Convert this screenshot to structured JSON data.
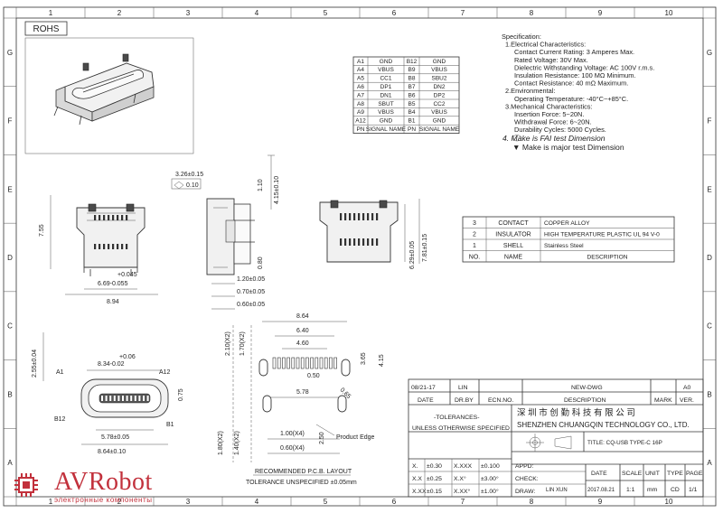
{
  "border": {
    "top_numbers": [
      "1",
      "2",
      "3",
      "4",
      "5",
      "6",
      "7",
      "8",
      "9",
      "10"
    ],
    "bottom_numbers": [
      "1",
      "2",
      "3",
      "4",
      "5",
      "6",
      "7",
      "8",
      "9",
      "10"
    ],
    "side_letters": [
      "G",
      "F",
      "E",
      "D",
      "C",
      "B",
      "A"
    ]
  },
  "rohs": "ROHS",
  "pin_table": {
    "rows": [
      [
        "A1",
        "GND",
        "B12",
        "GND"
      ],
      [
        "A4",
        "VBUS",
        "B9",
        "VBUS"
      ],
      [
        "A5",
        "CC1",
        "B8",
        "SBU2"
      ],
      [
        "A6",
        "DP1",
        "B7",
        "DN2"
      ],
      [
        "A7",
        "DN1",
        "B6",
        "DP2"
      ],
      [
        "A8",
        "SBUT",
        "B5",
        "CC2"
      ],
      [
        "A9",
        "VBUS",
        "B4",
        "VBUS"
      ],
      [
        "A12",
        "GND",
        "B1",
        "GND"
      ],
      [
        "PN",
        "SIGNAL NAME",
        "PN",
        "SIGNAL NAME"
      ]
    ]
  },
  "spec": {
    "lines": [
      "Specification:",
      "1.Electrical Characteristics:",
      "Contact Current Rating: 3 Amperes Max.",
      "Rated Voltage:  30V Max.",
      "Dielectric Withstanding Voltage: AC 100V r.m.s.",
      "Insulation Resistance: 100 MΩ Minimum.",
      "Contact Resistance: 40 mΩ Maximum.",
      "2.Environmental:",
      "Operating Temperature: -40°C~+85°C.",
      "3.Mechanical Characteristics:",
      "Insertion Force: 5~20N.",
      "Withdrawal Force: 6~20N.",
      "Durability Cycles: 5000 Cycles."
    ],
    "note4": "4.  Make is FAI test Dimension",
    "note5": "▼ Make is major test Dimension"
  },
  "material_table": {
    "rows": [
      [
        "3",
        "CONTACT",
        "COPPER ALLOY"
      ],
      [
        "2",
        "INSULATOR",
        "HIGH TEMPERATURE PLASTIC UL 94 V-0"
      ],
      [
        "1",
        "SHELL",
        "Stainless Steel"
      ],
      [
        "NO.",
        "NAME",
        "DESCRIPTION"
      ]
    ]
  },
  "dims": {
    "d326": "3.26±0.15",
    "flat": "0.10",
    "d755": "7.55",
    "d110": "1.10",
    "d415a": "4.15±0.10",
    "d045": "+0.045",
    "d669": "6.69-0.055",
    "d894": "8.94",
    "d080": "0.80",
    "d120": "1.20±0.05",
    "d070": "0.70±0.05",
    "d060a": "0.60±0.05",
    "d629": "6.29±0.05",
    "d781": "7.81±0.15",
    "d255": "2.55±0.04",
    "dp006": "+0.06",
    "d834": "8.34-0.02",
    "a1": "A1",
    "a12": "A12",
    "b12": "B12",
    "b1": "B1",
    "d075": "0.75",
    "d578a": "5.78±0.05",
    "d864a": "8.64±0.10",
    "d864b": "8.64",
    "d640": "6.40",
    "d460": "4.60",
    "d270": "2.10(X2)",
    "d170": "1.70(X2)",
    "d365": "3.65",
    "d415b": "4.15",
    "d050": "0.50",
    "d065": "0.65",
    "d578b": "5.78",
    "d100": "1.00(X4)",
    "d060b": "0.60(X4)",
    "d250": "2.50",
    "d180": "1.80(X2)",
    "d140": "1.40(X2)",
    "edge": "Product Edge",
    "pcb1": "RECOMMENDED  P.C.B. LAYOUT",
    "pcb2": "TOLERANCE  UNSPECIFIED  ±0.05mm"
  },
  "title_block": {
    "rev_date": "08/21-17",
    "lin": "LIN",
    "new_dwg": "NEW-DWG",
    "a0": "A0",
    "date": "DATE",
    "drby": "DR.BY",
    "ecn": "ECN.NO.",
    "description": "DESCRIPTION",
    "mark": "MARK",
    "ver": "VER.",
    "tolerances": "-TOLERANCES-",
    "unless": "UNLESS OTHERWISE SPECIFIED",
    "company_cn": "深 圳 市 创 勤 科 技 有 限 公 司",
    "company_en": "SHENZHEN CHUANGQIN TECHNOLOGY CO., LTD.",
    "title": "TITLE: CQ-USB TYPE-C 16P",
    "tol": [
      [
        "X.",
        "±0.30",
        "X.XXX",
        "±0.100",
        "APPD:"
      ],
      [
        "X.X",
        "±0.25",
        "X.X°",
        "±3.00°",
        "CHECK:"
      ],
      [
        "X.XX",
        "±0.15",
        "X.XX°",
        "±1.00°",
        "DRAW:"
      ]
    ],
    "draw_name": "LIN XUN",
    "h_date": "DATE",
    "h_scale": "SCALE",
    "h_unit": "UNIT",
    "h_type": "TYPE",
    "h_page": "PAGE",
    "v_date": "2017.08.21",
    "v_scale": "1:1",
    "v_unit": "mm",
    "v_type": "CD",
    "v_page": "1/1"
  },
  "watermark": {
    "brand": "AVRobot",
    "tagline": "электронные компоненты",
    "color": "#c2313c"
  }
}
